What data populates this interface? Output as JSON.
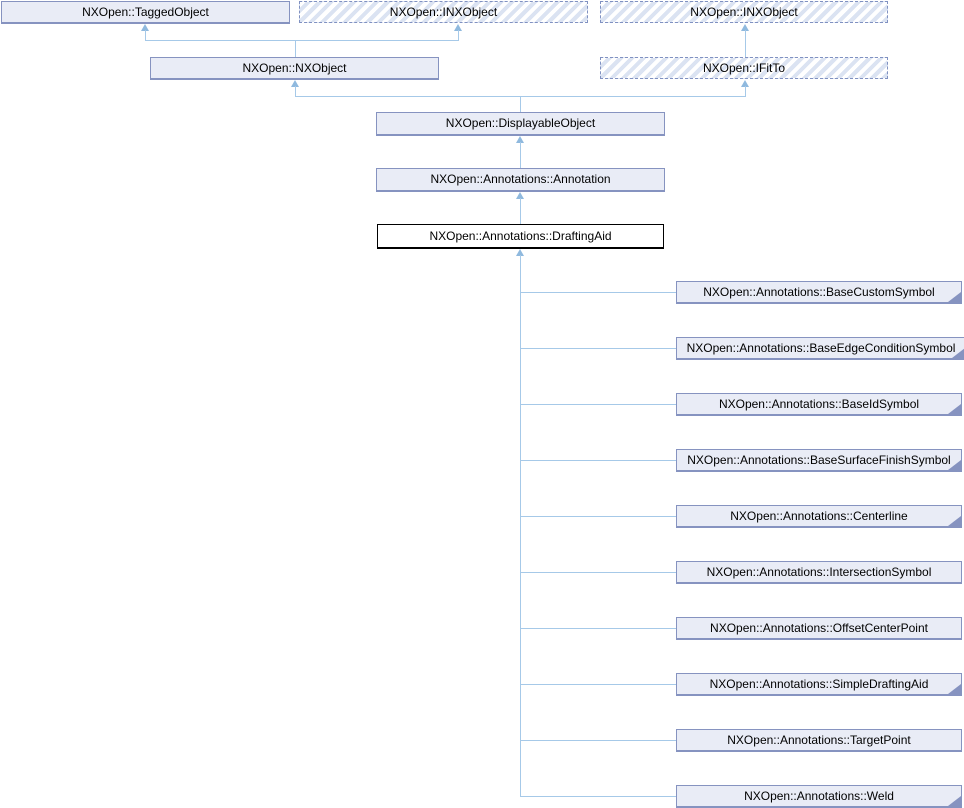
{
  "diagram": {
    "type": "class-inheritance-diagram",
    "current_class": "NXOpen::Annotations::DraftingAid",
    "colors": {
      "node_fill": "#e9ecf6",
      "node_border": "#8693c0",
      "hatch_stripe": "#dbe3f2",
      "edge": "#a6c9e8",
      "arrow": "#8fb9de",
      "current_border": "#000000",
      "current_fill": "#ffffff"
    },
    "nodes": {
      "tagged_object": {
        "label": "NXOpen::TaggedObject"
      },
      "inxobject_1": {
        "label": "NXOpen::INXObject"
      },
      "inxobject_2": {
        "label": "NXOpen::INXObject"
      },
      "nxobject": {
        "label": "NXOpen::NXObject"
      },
      "ifitto": {
        "label": "NXOpen::IFitTo"
      },
      "displayable_object": {
        "label": "NXOpen::DisplayableObject"
      },
      "annotation": {
        "label": "NXOpen::Annotations::Annotation"
      },
      "drafting_aid": {
        "label": "NXOpen::Annotations::DraftingAid"
      },
      "children": [
        {
          "label": "NXOpen::Annotations::BaseCustomSymbol",
          "has_derived": true
        },
        {
          "label": "NXOpen::Annotations::BaseEdgeConditionSymbol",
          "has_derived": true
        },
        {
          "label": "NXOpen::Annotations::BaseIdSymbol",
          "has_derived": true
        },
        {
          "label": "NXOpen::Annotations::BaseSurfaceFinishSymbol",
          "has_derived": true
        },
        {
          "label": "NXOpen::Annotations::Centerline",
          "has_derived": true
        },
        {
          "label": "NXOpen::Annotations::IntersectionSymbol",
          "has_derived": false
        },
        {
          "label": "NXOpen::Annotations::OffsetCenterPoint",
          "has_derived": false
        },
        {
          "label": "NXOpen::Annotations::SimpleDraftingAid",
          "has_derived": true
        },
        {
          "label": "NXOpen::Annotations::TargetPoint",
          "has_derived": false
        },
        {
          "label": "NXOpen::Annotations::Weld",
          "has_derived": true
        }
      ]
    }
  }
}
